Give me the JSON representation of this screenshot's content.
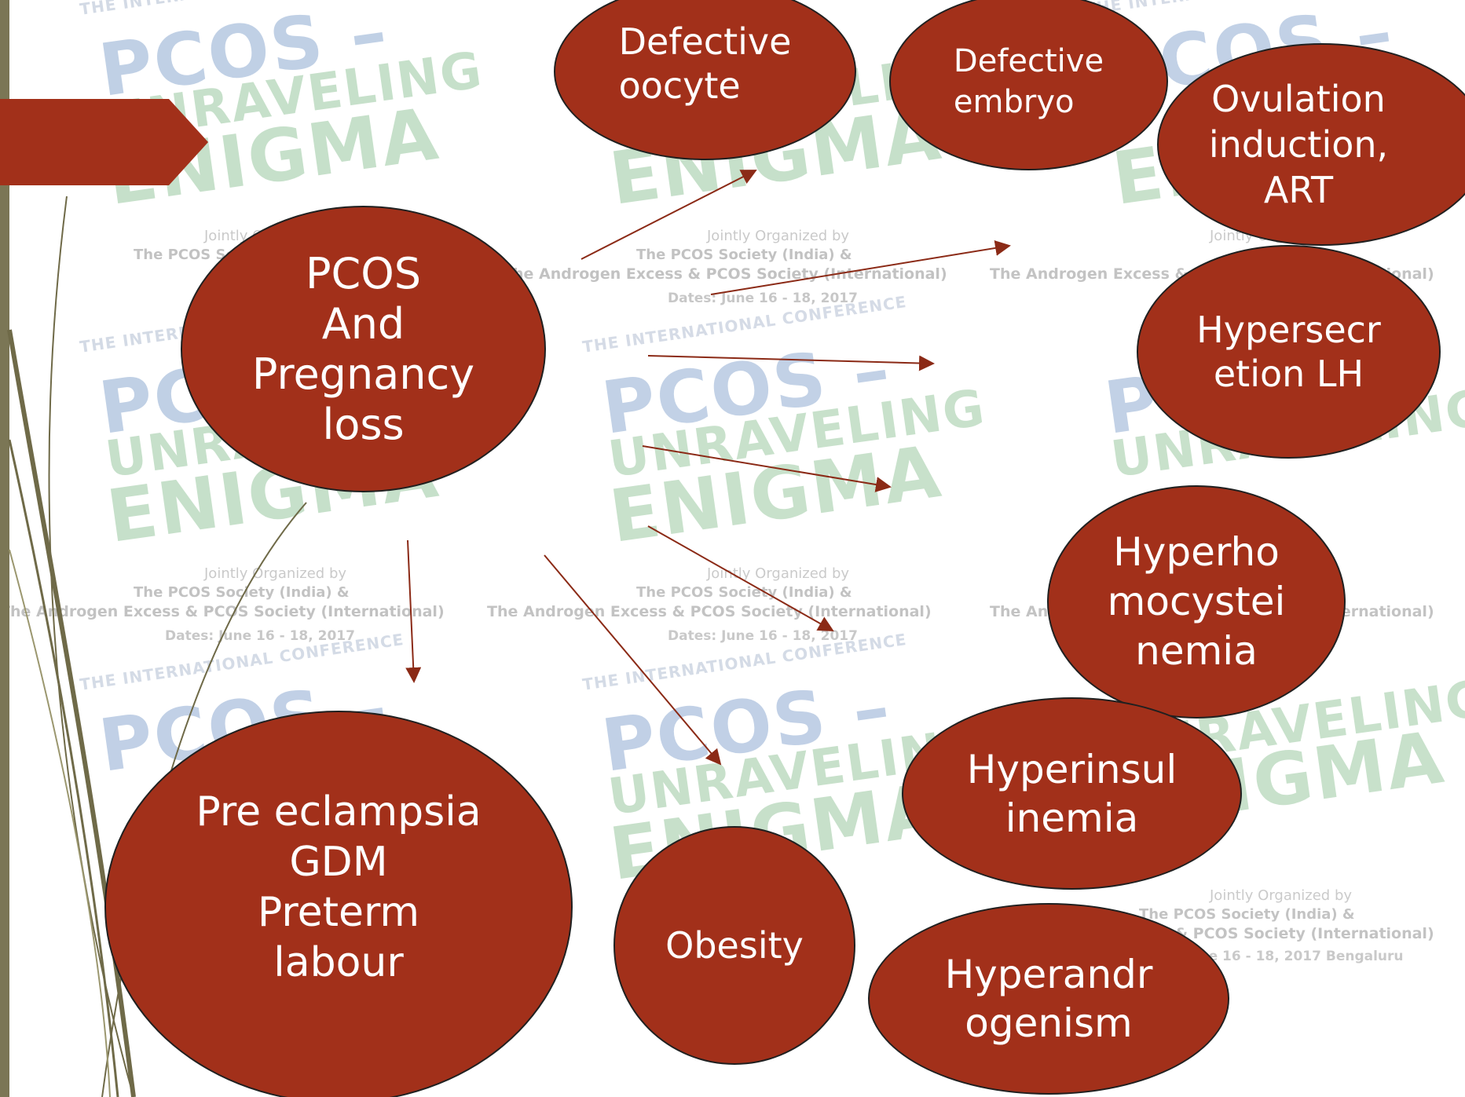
{
  "watermark": {
    "conference": "THE INTERNATIONAL CONFERENCE",
    "line1": "PCOS –",
    "line2": "UNRAVELING",
    "line3": "ENIGMA",
    "the": "THE",
    "jointly": "Jointly Organized by",
    "society_india": "The PCOS Society (India) &",
    "society_intl": "The Androgen Excess & PCOS Society (International)",
    "dates": "Dates: June 16 - 18, 2017",
    "city": "Bengaluru"
  },
  "diagram": {
    "center": "PCOS\nAnd\nPregnancy\nloss",
    "outcomes": "Pre eclampsia\nGDM\nPreterm\nlabour",
    "factors": {
      "defective_oocyte": "Defective\noocyte",
      "defective_embryo": "Defective\nembryo",
      "ovulation_induction": "Ovulation\ninduction,\nART",
      "hypersecretion_lh": "Hypersecr\netion LH",
      "hyperhomocysteinemia": "Hyperho\nmocystei\nnemia",
      "hyperinsulinemia": "Hyperinsul\ninemia",
      "obesity": "Obesity",
      "hyperandrogenism": "Hyperandr\nogenism"
    }
  },
  "colors": {
    "node_fill": "#a2301a",
    "node_border": "#202020",
    "arrow": "#8b2a16",
    "accent_bar": "#7b7655",
    "title_arrow": "#a2301a"
  }
}
